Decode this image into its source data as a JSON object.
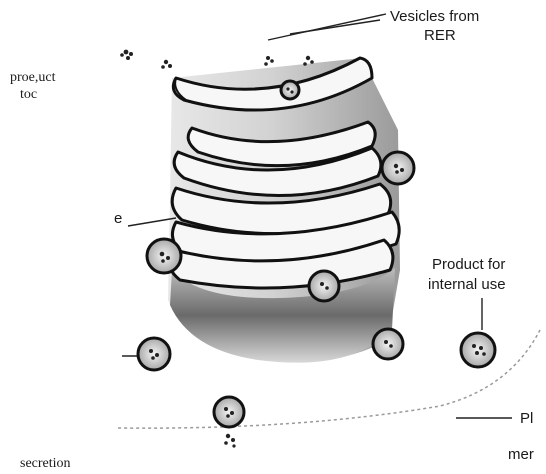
{
  "labels": {
    "vesicles_from": "Vesicles from",
    "rer": "RER",
    "product_left_1": "proe,uct",
    "product_left_2": "toc",
    "product_for": "Product for",
    "internal_use": "internal use",
    "plasma_cut_1": "Pl",
    "plasma_cut_2": "mer",
    "secretion": "secretion",
    "left_cut_e": "e"
  },
  "colors": {
    "ink": "#1a1a1a",
    "shade_dark": "#5a5a5a",
    "shade_light": "#cfcfcf"
  }
}
